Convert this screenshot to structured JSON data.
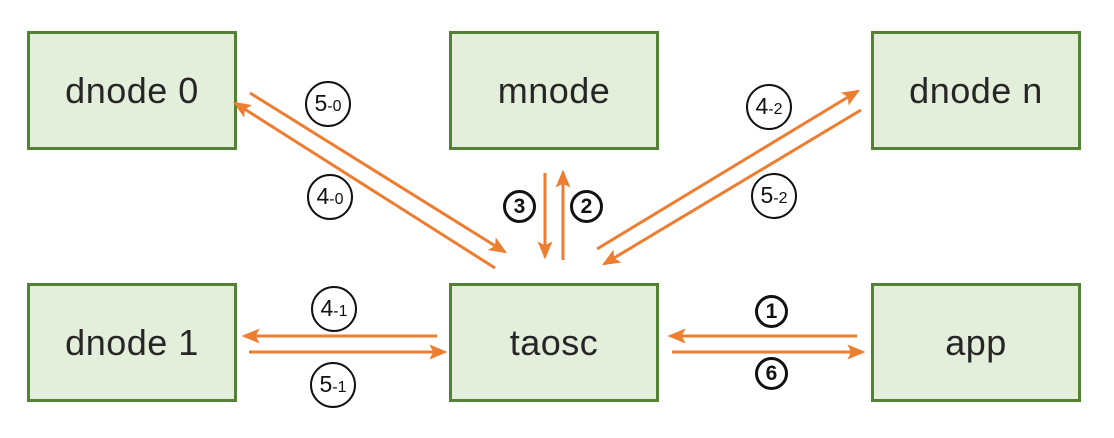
{
  "diagram": {
    "type": "architecture-flow",
    "colors": {
      "node_fill": "#e3efda",
      "node_border": "#538135",
      "arrow": "#ed7d31",
      "label_stroke": "#111111",
      "text": "#262626"
    },
    "nodes": {
      "dnode0": "dnode 0",
      "mnode": "mnode",
      "dnoden": "dnode n",
      "dnode1": "dnode 1",
      "taosc": "taosc",
      "app": "app"
    },
    "edge_labels": {
      "s40": {
        "main": "4",
        "suffix": "-0"
      },
      "s50": {
        "main": "5",
        "suffix": "-0"
      },
      "s41": {
        "main": "4",
        "suffix": "-1"
      },
      "s51": {
        "main": "5",
        "suffix": "-1"
      },
      "s42": {
        "main": "4",
        "suffix": "-2"
      },
      "s52": {
        "main": "5",
        "suffix": "-2"
      },
      "c1": "1",
      "c2": "2",
      "c3": "3",
      "c6": "6"
    },
    "edges": [
      {
        "label": "1",
        "from": "app",
        "to": "taosc"
      },
      {
        "label": "2",
        "from": "taosc",
        "to": "mnode"
      },
      {
        "label": "3",
        "from": "mnode",
        "to": "taosc"
      },
      {
        "label": "4-0",
        "from": "taosc",
        "to": "dnode 0"
      },
      {
        "label": "5-0",
        "from": "dnode 0",
        "to": "taosc"
      },
      {
        "label": "4-1",
        "from": "taosc",
        "to": "dnode 1"
      },
      {
        "label": "5-1",
        "from": "dnode 1",
        "to": "taosc"
      },
      {
        "label": "4-2",
        "from": "taosc",
        "to": "dnode n"
      },
      {
        "label": "5-2",
        "from": "dnode n",
        "to": "taosc"
      },
      {
        "label": "6",
        "from": "taosc",
        "to": "app"
      }
    ]
  }
}
